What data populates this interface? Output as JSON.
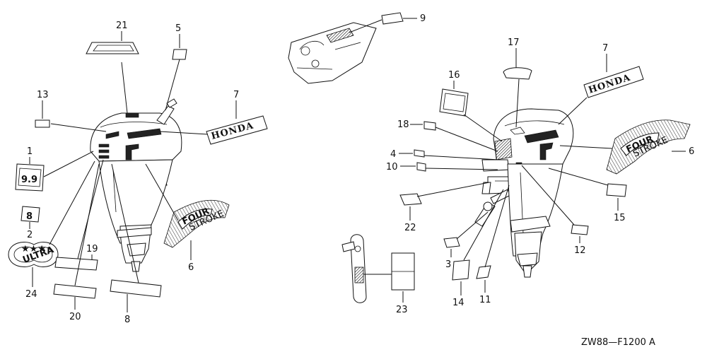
{
  "diagram_code": "ZW88—F1200 A",
  "brand_text": "HONDA",
  "decal_texts": {
    "four": "FOUR",
    "stroke": "STROKE",
    "ultra": "ULTRA",
    "ultra_stars": "★★★",
    "model_number": "9.9",
    "small_number": "8"
  },
  "part_labels": {
    "p1": "1",
    "p2": "2",
    "p3": "3",
    "p4": "4",
    "p5": "5",
    "p6": "6",
    "p7": "7",
    "p8": "8",
    "p9": "9",
    "p10": "10",
    "p11": "11",
    "p12": "12",
    "p13": "13",
    "p14": "14",
    "p15": "15",
    "p16": "16",
    "p17": "17",
    "p18": "18",
    "p19": "19",
    "p20": "20",
    "p21": "21",
    "p22": "22",
    "p23": "23",
    "p24": "24",
    "p6b": "6",
    "p7b": "7"
  }
}
